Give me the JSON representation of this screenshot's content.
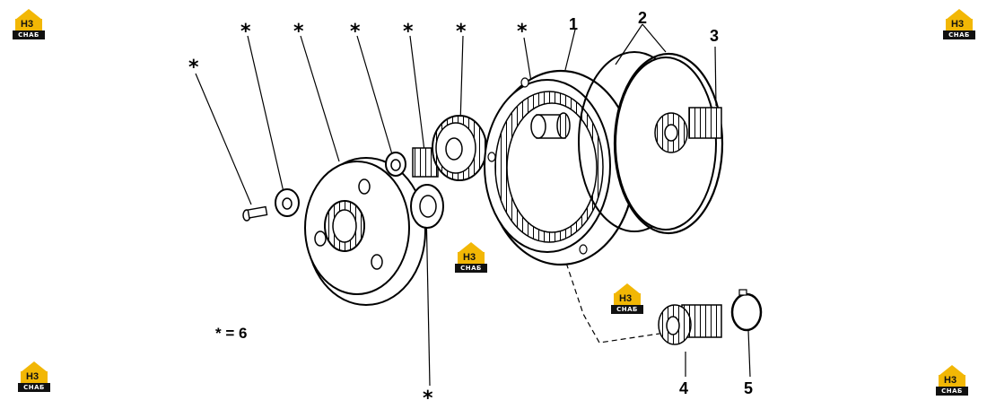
{
  "logo": {
    "mark": "H3",
    "sub": "CHAБ"
  },
  "labels": {
    "p1": "1",
    "p2": "2",
    "p3": "3",
    "p4": "4",
    "p5": "5"
  },
  "star": "*",
  "legend": "* = 6",
  "colors": {
    "logo_yellow": "#f2b705",
    "logo_black": "#111111",
    "ink": "#000000"
  }
}
